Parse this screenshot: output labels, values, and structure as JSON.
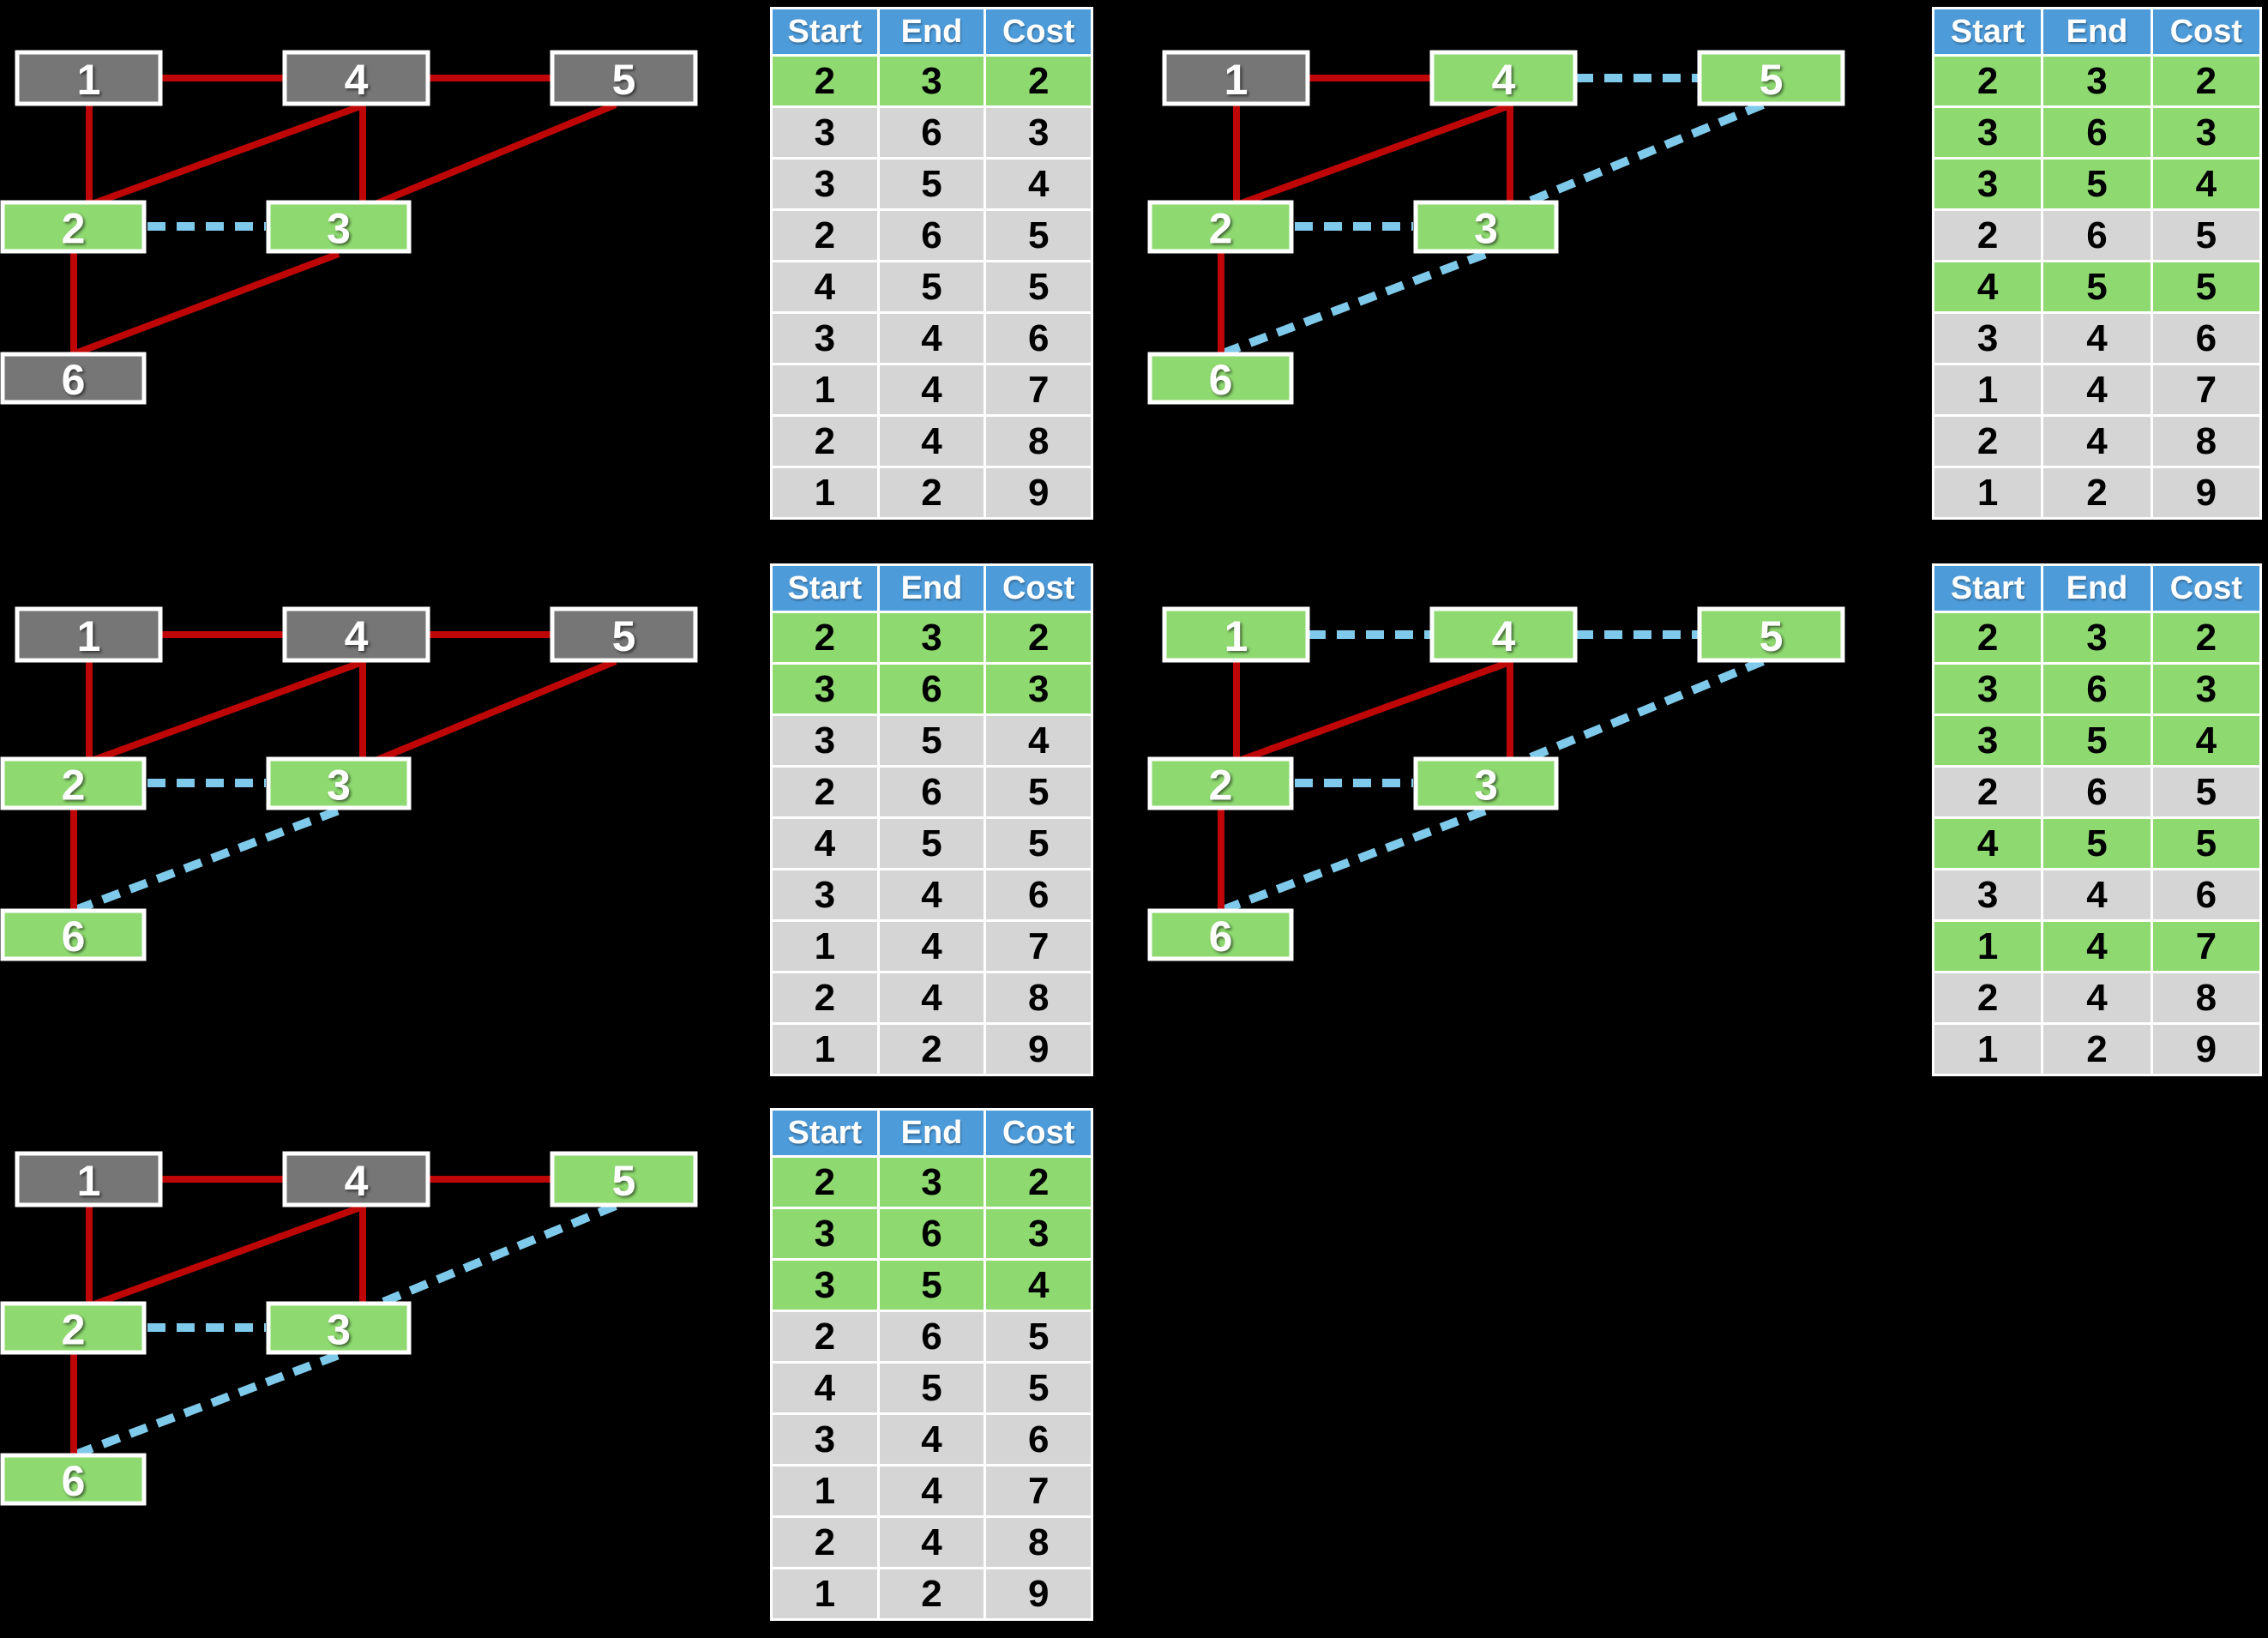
{
  "page": {
    "background": "#000000",
    "description": "Kruskal minimum spanning tree algorithm steps: five panels each showing a graph of numbered nodes with red candidate edges, blue dashed selected edges, and an edge-cost table with selected rows highlighted green"
  },
  "colors": {
    "header_blue": "#4D9BD9",
    "row_gray": "#D5D5D5",
    "row_green": "#8EDA70",
    "node_gray": "#767676",
    "node_green": "#8EDA70",
    "edge_red": "#BE0606",
    "edge_selected_blue": "#7FC9EA",
    "node_border": "#FFFFFF",
    "header_text": "#FFFFFF",
    "cell_text": "#000000"
  },
  "node_labels": [
    "1",
    "4",
    "5",
    "2",
    "3",
    "6"
  ],
  "edge_table": {
    "headers": [
      "Start",
      "End",
      "Cost"
    ],
    "rows": [
      {
        "start": "2",
        "end": "3",
        "cost": "2"
      },
      {
        "start": "3",
        "end": "6",
        "cost": "3"
      },
      {
        "start": "3",
        "end": "5",
        "cost": "4"
      },
      {
        "start": "2",
        "end": "6",
        "cost": "5"
      },
      {
        "start": "4",
        "end": "5",
        "cost": "5"
      },
      {
        "start": "3",
        "end": "4",
        "cost": "6"
      },
      {
        "start": "1",
        "end": "4",
        "cost": "7"
      },
      {
        "start": "2",
        "end": "4",
        "cost": "8"
      },
      {
        "start": "1",
        "end": "2",
        "cost": "9"
      }
    ]
  },
  "panels": [
    {
      "name": "step-1",
      "grid_col": 0,
      "grid_row": 0,
      "green_nodes": [
        "2",
        "3"
      ],
      "selected_edges": [
        "2-3"
      ],
      "highlighted_rows": [
        0
      ]
    },
    {
      "name": "step-4",
      "grid_col": 1,
      "grid_row": 0,
      "green_nodes": [
        "2",
        "3",
        "4",
        "5",
        "6"
      ],
      "selected_edges": [
        "2-3",
        "3-6",
        "3-5",
        "4-5"
      ],
      "highlighted_rows": [
        0,
        1,
        2,
        4
      ]
    },
    {
      "name": "step-2",
      "grid_col": 0,
      "grid_row": 1,
      "green_nodes": [
        "2",
        "3",
        "6"
      ],
      "selected_edges": [
        "2-3",
        "3-6"
      ],
      "highlighted_rows": [
        0,
        1
      ]
    },
    {
      "name": "step-5",
      "grid_col": 1,
      "grid_row": 1,
      "green_nodes": [
        "1",
        "2",
        "3",
        "4",
        "5",
        "6"
      ],
      "selected_edges": [
        "2-3",
        "3-6",
        "3-5",
        "4-5",
        "1-4"
      ],
      "highlighted_rows": [
        0,
        1,
        2,
        4,
        6
      ]
    },
    {
      "name": "step-3",
      "grid_col": 0,
      "grid_row": 2,
      "green_nodes": [
        "2",
        "3",
        "5",
        "6"
      ],
      "selected_edges": [
        "2-3",
        "3-6",
        "3-5"
      ],
      "highlighted_rows": [
        0,
        1,
        2
      ]
    }
  ]
}
